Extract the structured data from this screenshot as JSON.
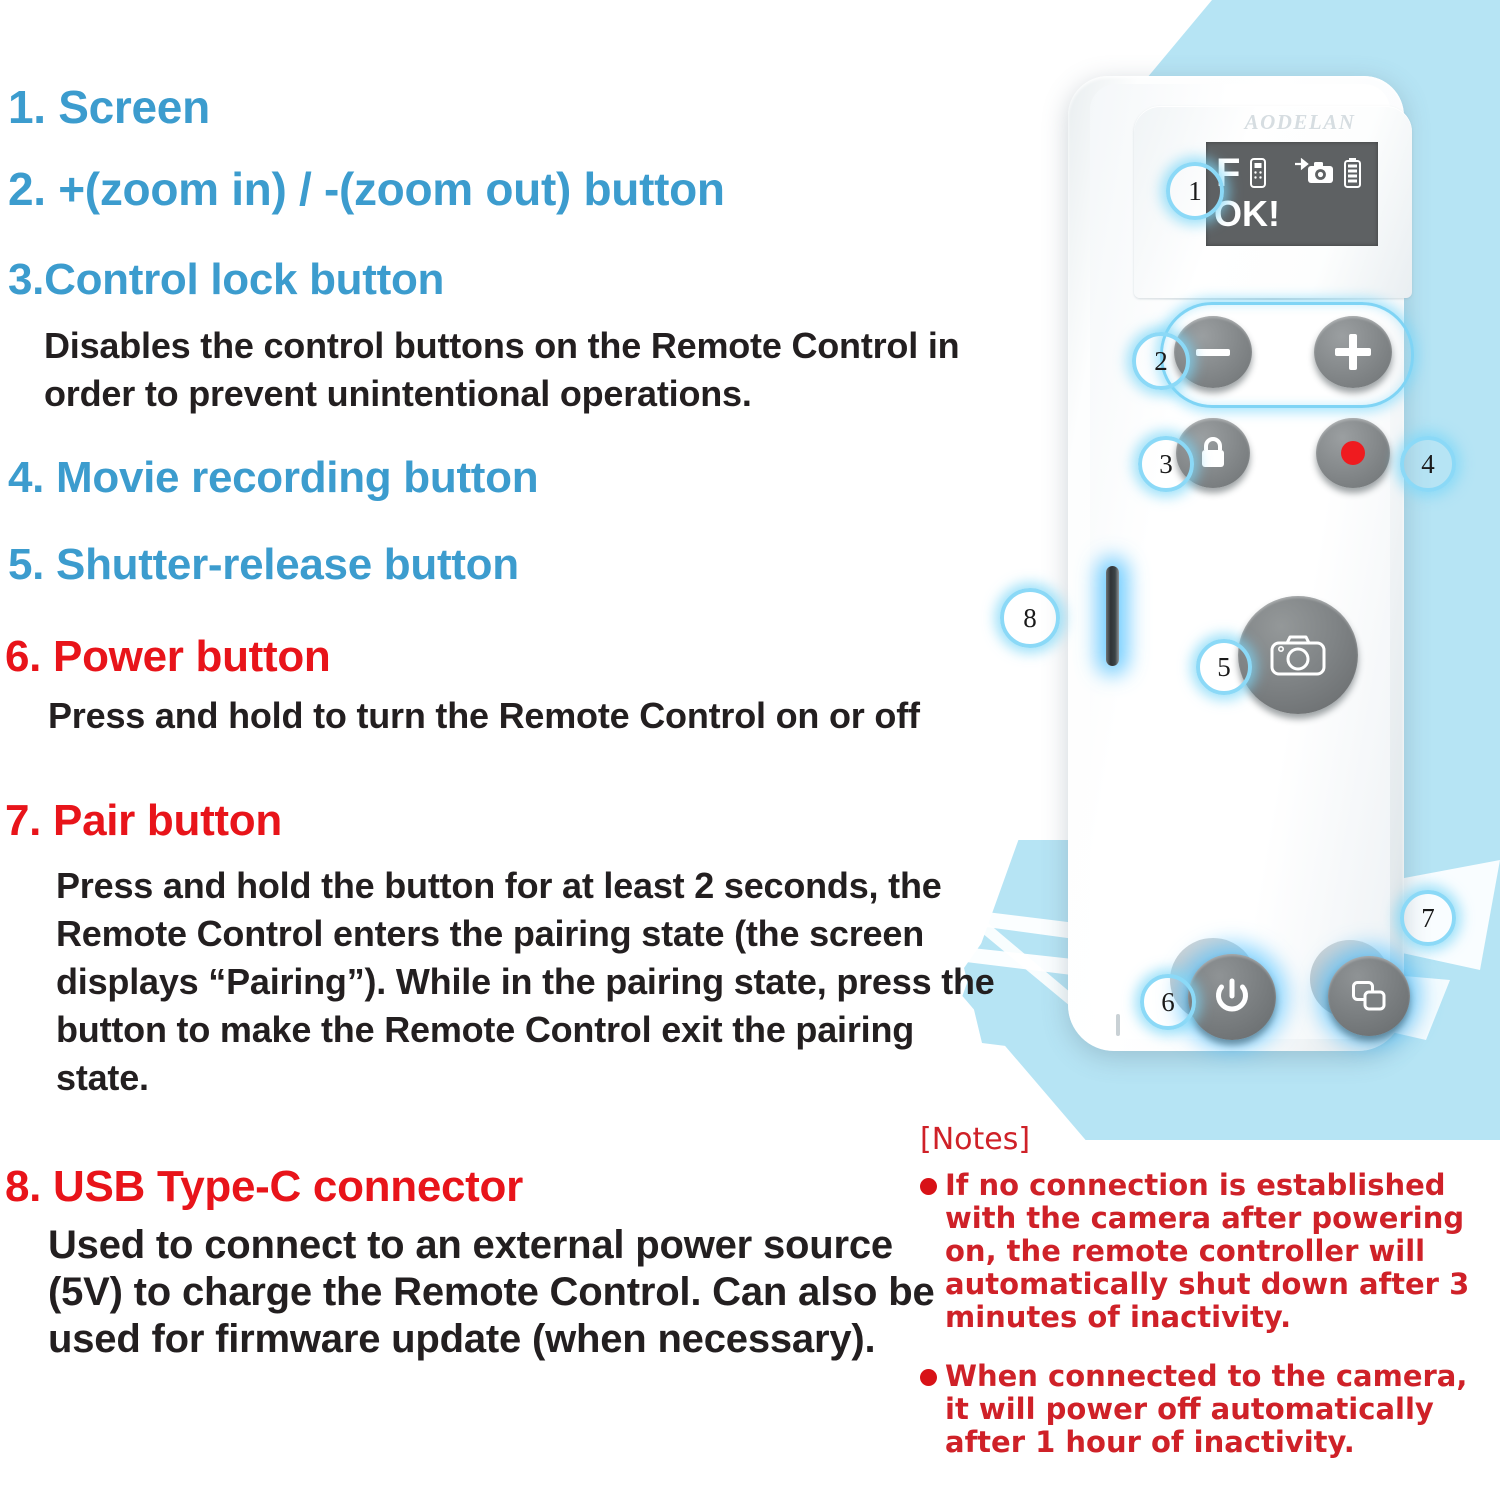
{
  "colors": {
    "heading_blue": "#3c9cce",
    "heading_red": "#e8141a",
    "note_red": "#cf2128",
    "bg_blue_panel": "#b6e4f4",
    "glow_blue": "#7fd4f5",
    "screen_bg": "#5e6163",
    "record_dot_red": "#ef1b1f"
  },
  "items": [
    {
      "num": "1.",
      "title": "Screen",
      "color": "blue",
      "body": ""
    },
    {
      "num": "2.",
      "title": "+(zoom in) / -(zoom out) button",
      "color": "blue",
      "body": ""
    },
    {
      "num": "3.",
      "title": "Control lock button",
      "color": "blue",
      "body": "Disables the control buttons on the Remote Control in order to prevent unintentional operations."
    },
    {
      "num": "4.",
      "title": "Movie recording button",
      "color": "blue",
      "body": ""
    },
    {
      "num": "5.",
      "title": "Shutter-release button",
      "color": "blue",
      "body": ""
    },
    {
      "num": "6.",
      "title": "Power button",
      "color": "red",
      "body": "Press and hold to turn the Remote Control on or off"
    },
    {
      "num": "7.",
      "title": "Pair button",
      "color": "red",
      "body": "Press and hold the button for at least 2 seconds, the Remote Control enters the pairing state (the screen displays “Pairing”). While in the pairing state, press the button to make the Remote Control exit the pairing state."
    },
    {
      "num": "8.",
      "title": "USB Type-C connector",
      "color": "red",
      "body": "Used to connect to an external power source (5V) to charge the Remote Control. Can also be used for firmware update (when necessary)."
    }
  ],
  "text_blocks": {
    "item1": "1. Screen",
    "item2": "2. +(zoom in) / -(zoom out) button",
    "item3": "3.Control lock button",
    "item3_body": "Disables the control buttons on the Remote Control in order to prevent unintentional operations.",
    "item4": "4. Movie recording button",
    "item5": "5. Shutter-release button",
    "item6": "6. Power button",
    "item6_body": "Press and hold to turn the Remote Control on or off",
    "item7": "7. Pair button",
    "item7_body": "Press and hold the button for at least 2 seconds, the Remote Control enters the pairing state (the screen displays “Pairing”). While in the pairing state, press the button to make the Remote Control exit the pairing state.",
    "item8": "8. USB Type-C connector",
    "item8_body": "Used to connect to an external power source (5V) to charge the Remote Control. Can also be used for firmware update (when necessary)."
  },
  "notes": {
    "title": "[Notes]",
    "items": [
      "If no connection is established with the camera after powering on, the remote controller will automatically shut down after 3 minutes of inactivity.",
      "When connected to the camera, it will power off automatically after 1 hour of inactivity."
    ]
  },
  "device": {
    "brand": "AODELAN",
    "screen": {
      "mode_letter": "F",
      "status_text": "OK!",
      "icons": [
        "remote-device-icon",
        "camera-link-icon",
        "battery-full-icon"
      ]
    },
    "callouts": [
      {
        "id": "1",
        "label": "1",
        "target": "screen"
      },
      {
        "id": "2",
        "label": "2",
        "target": "zoom-buttons"
      },
      {
        "id": "3",
        "label": "3",
        "target": "control-lock-button"
      },
      {
        "id": "4",
        "label": "4",
        "target": "movie-record-button"
      },
      {
        "id": "5",
        "label": "5",
        "target": "shutter-release-button"
      },
      {
        "id": "6",
        "label": "6",
        "target": "power-button"
      },
      {
        "id": "7",
        "label": "7",
        "target": "pair-button"
      },
      {
        "id": "8",
        "label": "8",
        "target": "usb-type-c-connector"
      }
    ],
    "buttons": {
      "zoom_out": "minus-icon",
      "zoom_in": "plus-icon",
      "control_lock": "lock-icon",
      "movie_record": "record-dot-icon",
      "shutter": "camera-icon",
      "power": "power-icon",
      "pair": "pair-link-icon"
    }
  }
}
